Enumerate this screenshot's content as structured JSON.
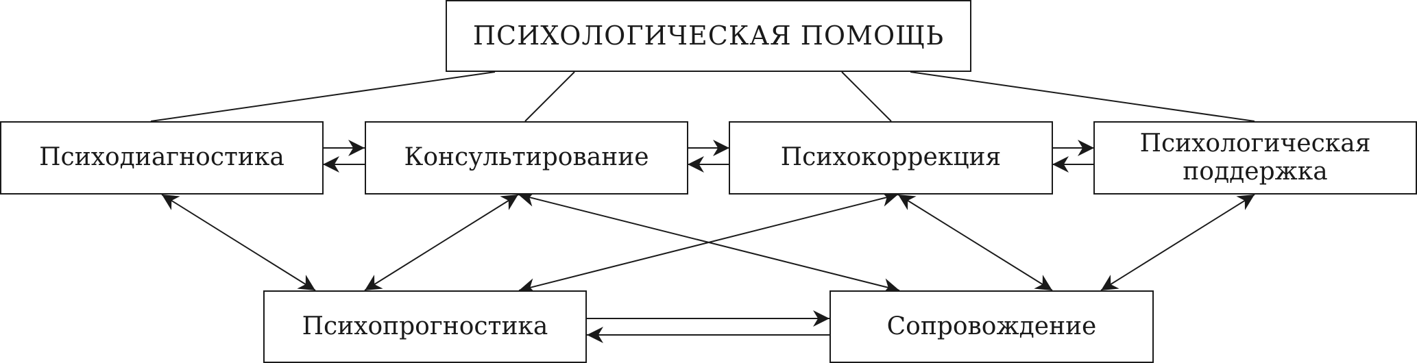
{
  "diagram": {
    "title": "ПСИХОЛОГИЧЕСКАЯ ПОМОЩЬ",
    "colors": {
      "stroke": "#1a1a1a",
      "background": "#ffffff",
      "text": "#1a1a1a"
    },
    "nodes": {
      "diagnostics": "Психодиагностика",
      "counseling": "Консультирование",
      "correction": "Психокоррекция",
      "support_line1": "Психологическая",
      "support_line2": "поддержка",
      "prognostics": "Психопрогностика",
      "accompaniment": "Сопровождение"
    },
    "edges": [
      {
        "from": "root",
        "to": "diagnostics",
        "type": "line"
      },
      {
        "from": "root",
        "to": "counseling",
        "type": "line"
      },
      {
        "from": "root",
        "to": "correction",
        "type": "line"
      },
      {
        "from": "root",
        "to": "support",
        "type": "line"
      },
      {
        "from": "diagnostics",
        "to": "counseling",
        "type": "bidirectional"
      },
      {
        "from": "counseling",
        "to": "correction",
        "type": "bidirectional"
      },
      {
        "from": "correction",
        "to": "support",
        "type": "bidirectional"
      },
      {
        "from": "prognostics",
        "to": "accompaniment",
        "type": "bidirectional"
      },
      {
        "from": "diagnostics",
        "to": "prognostics",
        "type": "bidirectional"
      },
      {
        "from": "counseling",
        "to": "prognostics",
        "type": "bidirectional"
      },
      {
        "from": "counseling",
        "to": "accompaniment",
        "type": "bidirectional"
      },
      {
        "from": "correction",
        "to": "prognostics",
        "type": "bidirectional"
      },
      {
        "from": "correction",
        "to": "accompaniment",
        "type": "bidirectional"
      },
      {
        "from": "support",
        "to": "accompaniment",
        "type": "bidirectional"
      }
    ]
  }
}
